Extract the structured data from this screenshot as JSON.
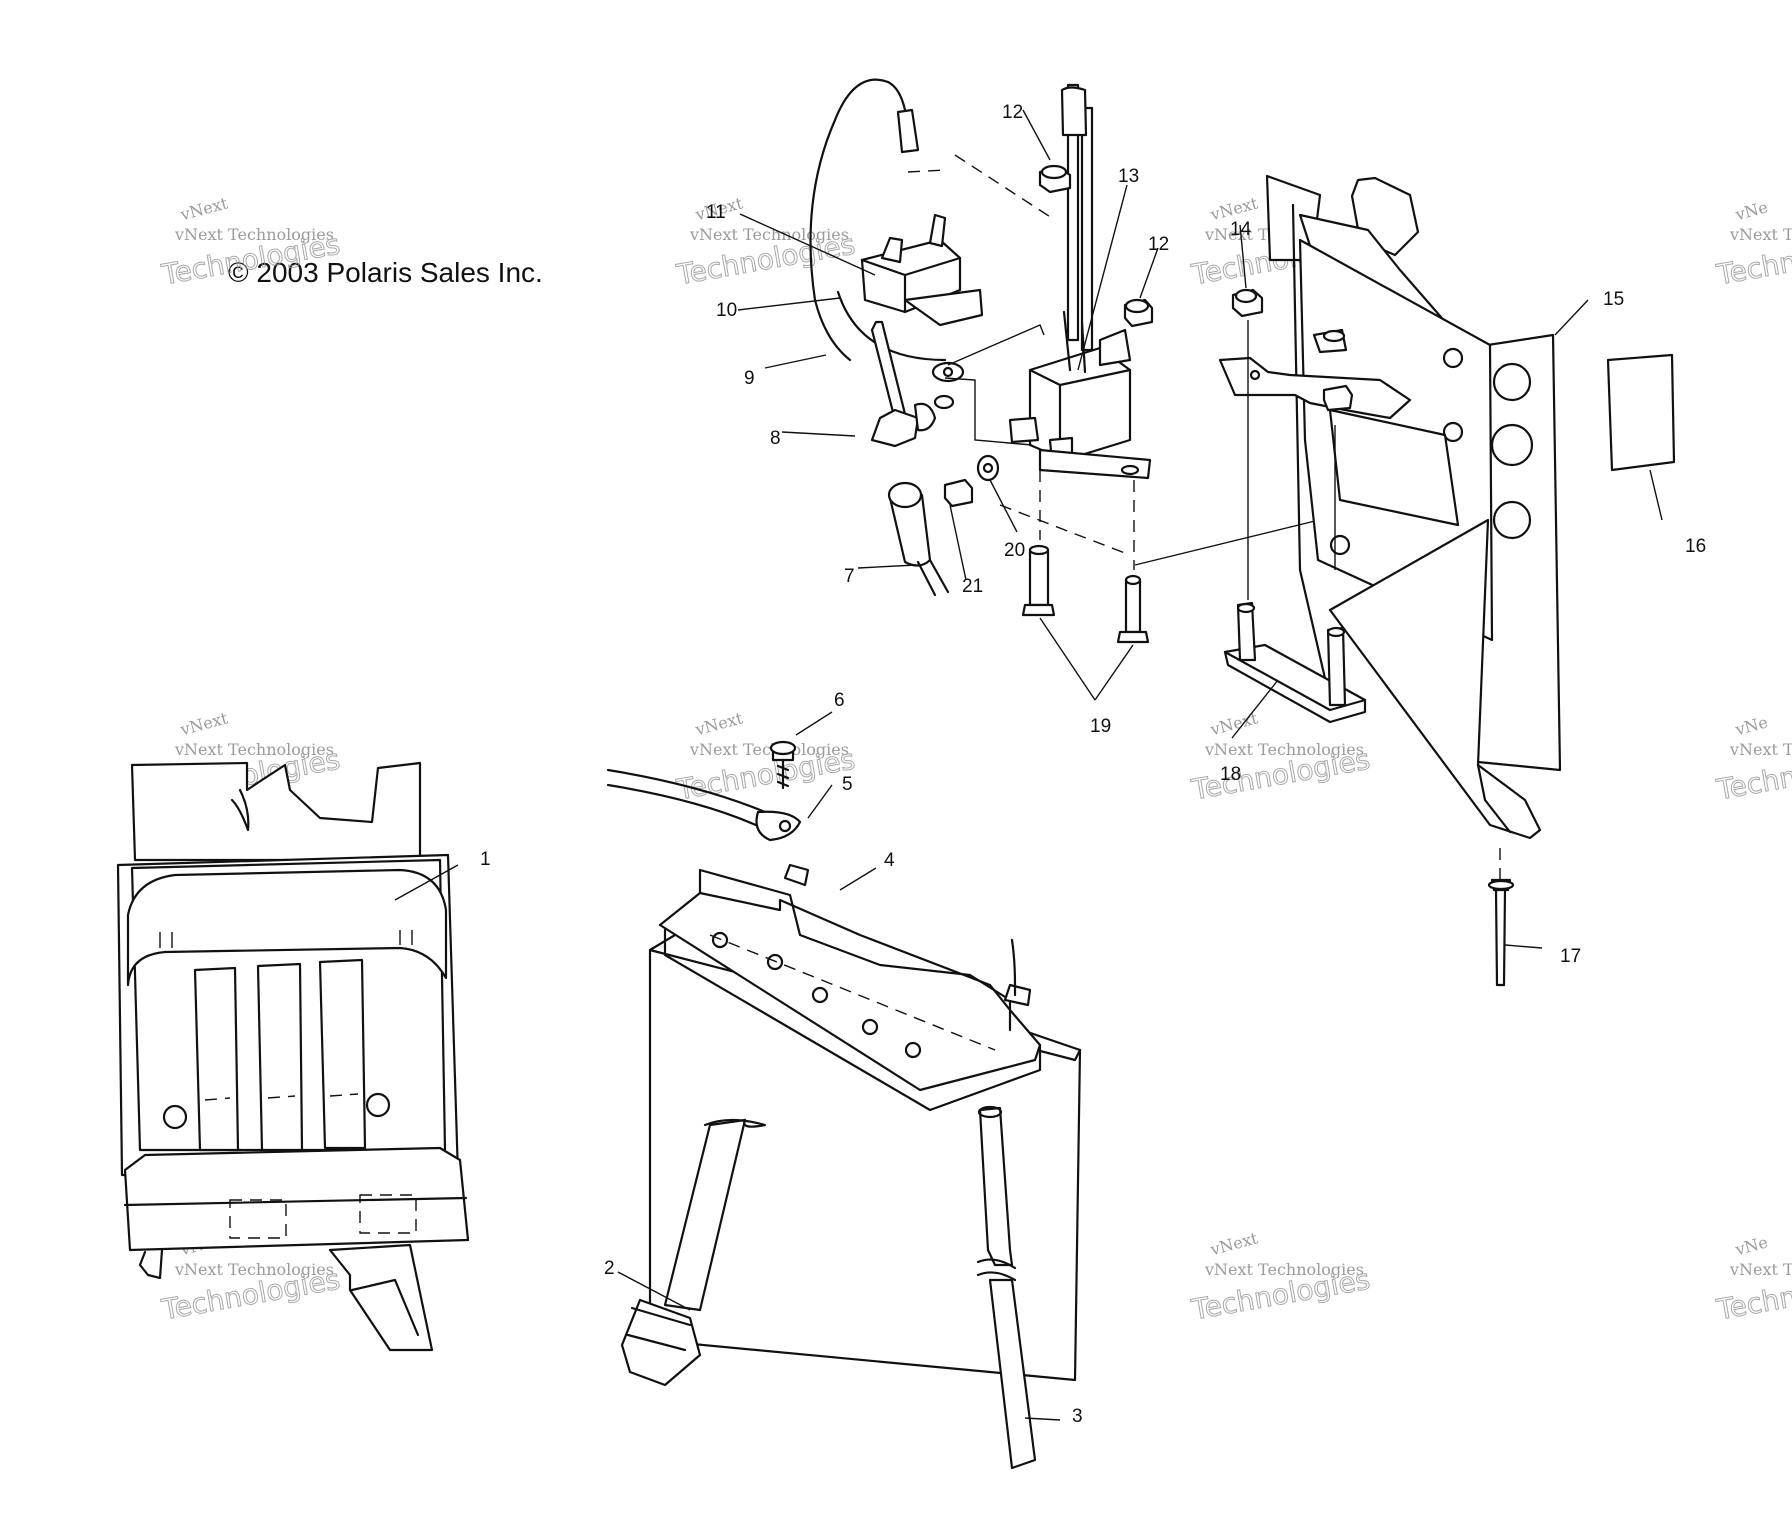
{
  "copyright": "© 2003 Polaris Sales Inc.",
  "watermark": {
    "line1": "vNext",
    "line2": "vNext Technologies",
    "line3": "Technologies",
    "partial1": "vNe",
    "partial2": "vNext Te",
    "partial3": "Techn"
  },
  "callouts": [
    "1",
    "2",
    "3",
    "4",
    "5",
    "6",
    "7",
    "8",
    "9",
    "10",
    "11",
    "12",
    "12",
    "13",
    "14",
    "15",
    "16",
    "17",
    "18",
    "19",
    "20",
    "21"
  ]
}
